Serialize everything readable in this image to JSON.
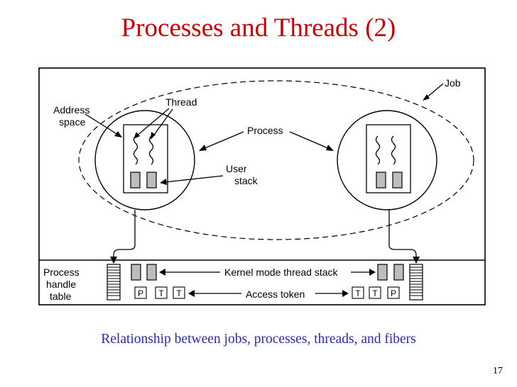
{
  "slide": {
    "title": "Processes and Threads (2)",
    "caption": "Relationship between jobs, processes, threads, and fibers",
    "page_number": "17"
  },
  "diagram": {
    "labels": {
      "job": "Job",
      "address_space_1": "Address",
      "address_space_2": "space",
      "thread": "Thread",
      "process": "Process",
      "user_stack_1": "User",
      "user_stack_2": "stack",
      "process_handle_1": "Process",
      "process_handle_2": "handle",
      "process_handle_3": "table",
      "kernel_stack": "Kernel mode thread stack",
      "access_token": "Access token"
    },
    "token_boxes_left": [
      "P",
      "T",
      "T"
    ],
    "token_boxes_right": [
      "T",
      "T",
      "P"
    ]
  },
  "colors": {
    "title": "#cc0000",
    "caption": "#2b2bb0",
    "stack_fill": "#bdbdbd"
  }
}
